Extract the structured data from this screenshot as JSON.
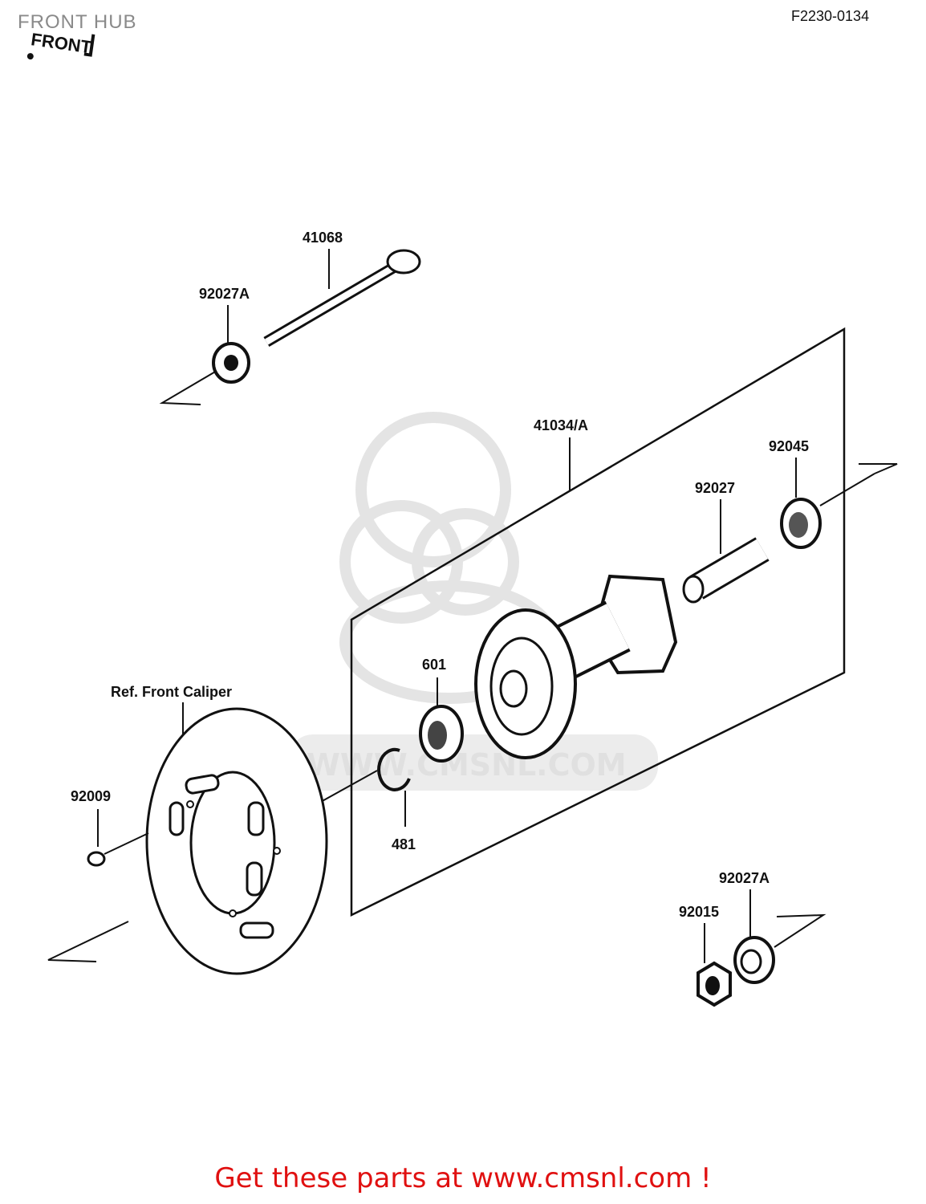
{
  "header": {
    "title": "FRONT HUB",
    "ref_code": "F2230-0134"
  },
  "front_badge": "FRONT",
  "watermark": {
    "text": "WWW.CMSNL.COM",
    "logo": "cmsnl-mascot-watermark"
  },
  "parts": [
    {
      "number": "41068",
      "name": "axle"
    },
    {
      "number": "92027A",
      "name": "collar"
    },
    {
      "number": "41034/A",
      "name": "hub"
    },
    {
      "number": "92045",
      "name": "ball bearing"
    },
    {
      "number": "92027",
      "name": "collar"
    },
    {
      "number": "601",
      "name": "ball bearing"
    },
    {
      "number": "481",
      "name": "circlip"
    },
    {
      "number": "92009",
      "name": "screw"
    },
    {
      "number": "92015",
      "name": "nut"
    },
    {
      "number": "92027A",
      "name": "collar"
    }
  ],
  "reference_note": "Ref. Front Caliper",
  "footer": {
    "text": "Get these parts at www.cmsnl.com !",
    "color": "#e01010"
  }
}
